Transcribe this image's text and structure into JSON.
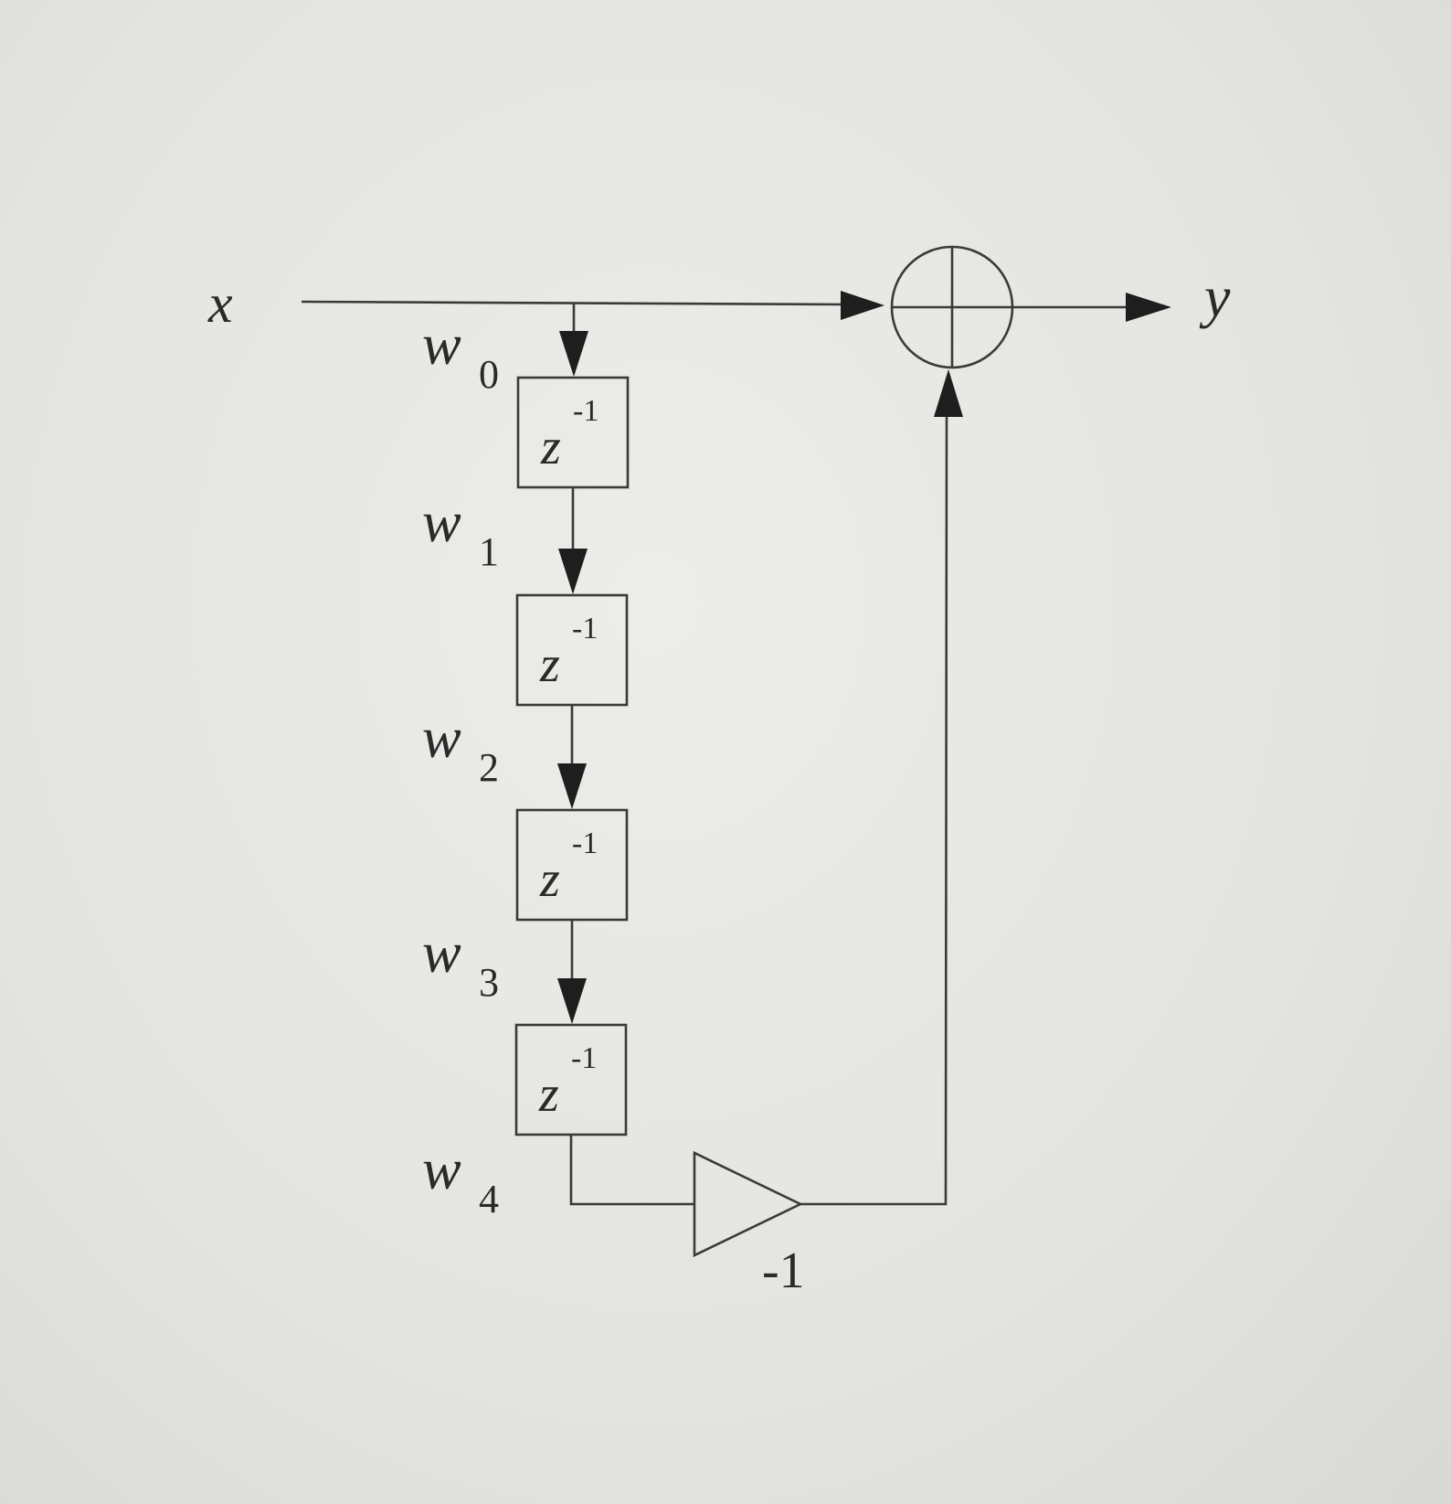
{
  "signals": {
    "input": "x",
    "output": "y"
  },
  "states": [
    {
      "symbol": "w",
      "index": "0"
    },
    {
      "symbol": "w",
      "index": "1"
    },
    {
      "symbol": "w",
      "index": "2"
    },
    {
      "symbol": "w",
      "index": "3"
    },
    {
      "symbol": "w",
      "index": "4"
    }
  ],
  "delays": [
    {
      "base": "z",
      "exponent": "-1"
    },
    {
      "base": "z",
      "exponent": "-1"
    },
    {
      "base": "z",
      "exponent": "-1"
    },
    {
      "base": "z",
      "exponent": "-1"
    }
  ],
  "gain": {
    "value": "-1"
  }
}
